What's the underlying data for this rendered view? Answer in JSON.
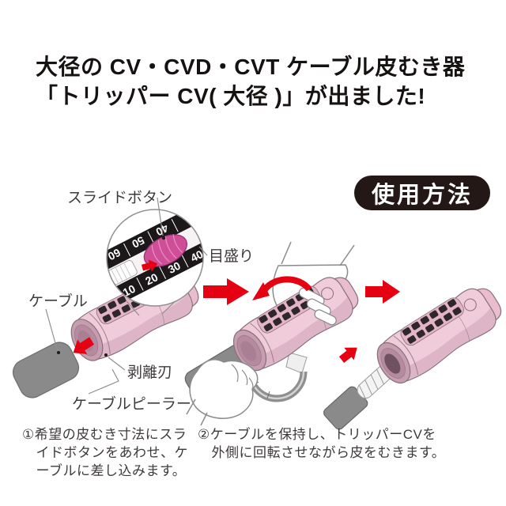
{
  "title": {
    "line1": "大径の CV・CVD・CVT ケーブル皮むき器",
    "line2": "「トリッパー CV( 大径 )」が出ました!"
  },
  "usage_badge": "使用方法",
  "labels": {
    "slide_button": "スライドボタン",
    "scale": "目盛り",
    "cable": "ケーブル",
    "stripping_blade": "剥離刃",
    "cable_peeler": "ケーブルピーラー"
  },
  "magnifier_scale": {
    "bottom_numbers": [
      "10",
      "20",
      "30",
      "40"
    ],
    "top_numbers": [
      "60",
      "50",
      "40"
    ]
  },
  "steps": {
    "step1": "①希望の皮むき寸法にスラ\n　イドボタンをあわせ、ケ\n　ーブルに差し込みます。",
    "step2": "②ケーブルを保持し、トリッパーCVを\n　外側に回転させながら皮をむきます。"
  },
  "colors": {
    "accent_red": "#e50012",
    "badge_black": "#231815",
    "text_black": "#171212",
    "label_gray": "#3e3a39",
    "tool_pink_light": "#f0cbd9",
    "tool_pink_mid": "#e3b4c6",
    "tool_pink_dark": "#c79db0",
    "tread_black": "#2e282c",
    "slide_button_magenta": "#ce4f97",
    "cable_gray": "#8a8a8a"
  }
}
